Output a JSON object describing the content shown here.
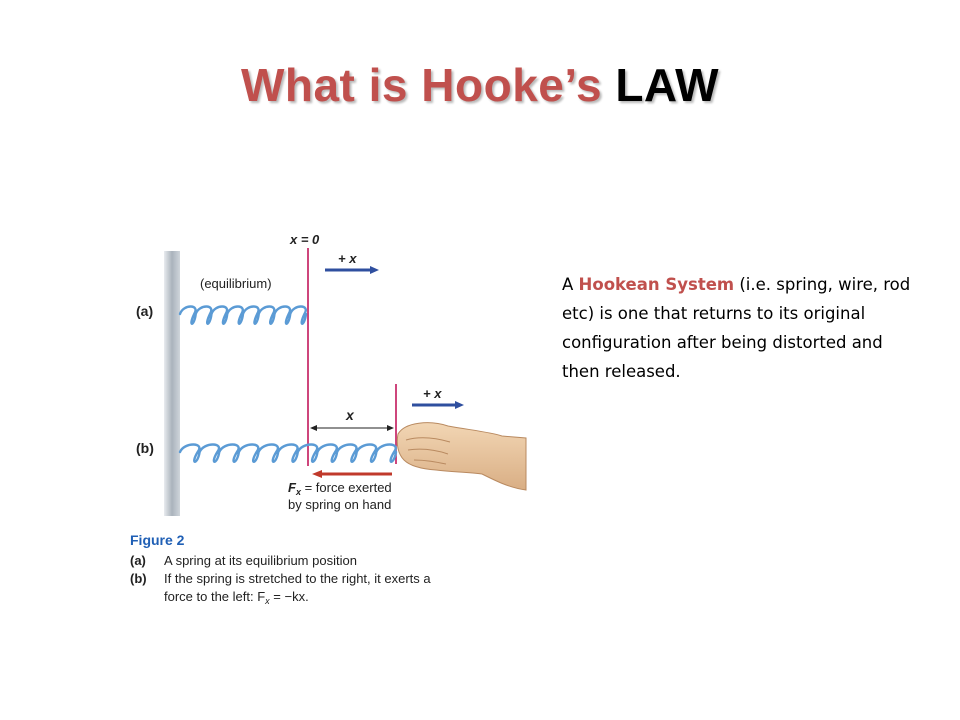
{
  "title": {
    "part1": "What is Hooke’s ",
    "part2": "LAW"
  },
  "description": {
    "lead": "A ",
    "highlight": "Hookean System",
    "rest": " (i.e. spring, wire, rod etc) is one that returns to its original configuration after being distorted and then released."
  },
  "figure": {
    "x_zero_label": "x = 0",
    "plus_x_label_a": "+ x",
    "plus_x_label_b": "+ x",
    "equilibrium_label": "(equilibrium)",
    "row_a_label": "(a)",
    "row_b_label": "(b)",
    "x_label": "x",
    "force_symbol": "F",
    "force_subscript": "x",
    "force_text_line1": " = force exerted",
    "force_text_line2": "by spring on hand",
    "caption_title": "Figure 2",
    "caption_a_marker": "(a)",
    "caption_a_text": "A spring at its equilibrium position",
    "caption_b_marker": "(b)",
    "caption_b_line1": "If the spring is stretched to the right, it exerts a",
    "caption_b_line2": "force to the left: F",
    "caption_b_sub": "x",
    "caption_b_eq": " = −kx."
  },
  "colors": {
    "title_accent": "#c0504d",
    "spring": "#5b9bd5",
    "marker_line": "#c2185b",
    "arrow_blue": "#2f4f9f",
    "force_arrow": "#c0392b",
    "caption_title": "#1f5fb5"
  }
}
